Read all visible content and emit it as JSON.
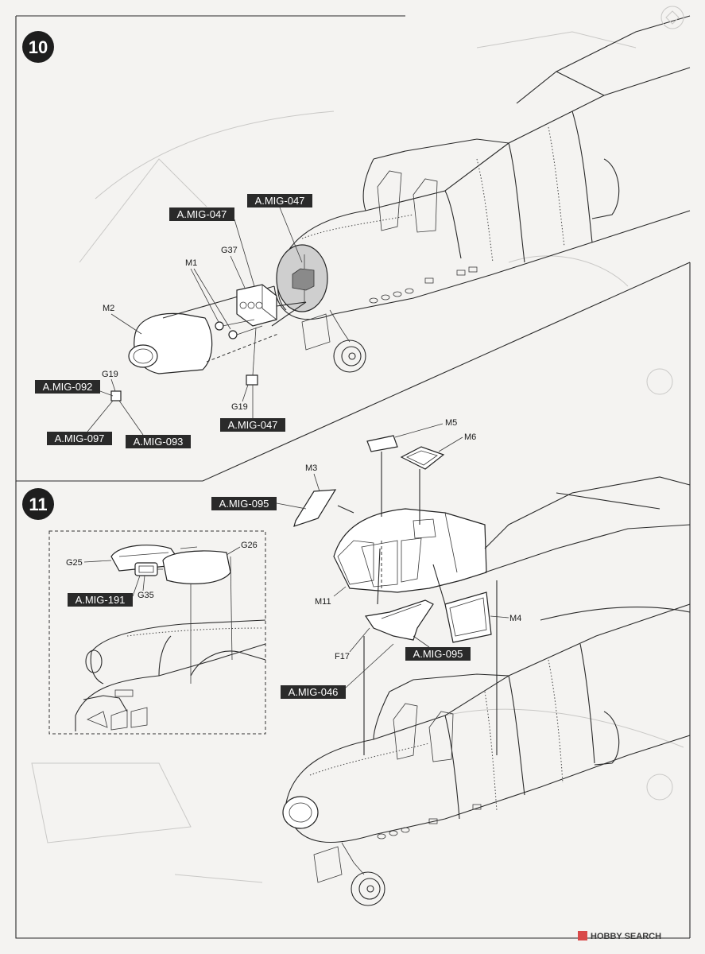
{
  "steps": [
    {
      "number": "10",
      "part_labels": [
        "M1",
        "M2",
        "G37",
        "G19",
        "G19"
      ],
      "paint_tags": [
        "A.MIG-047",
        "A.MIG-047",
        "A.MIG-047",
        "A.MIG-092",
        "A.MIG-097",
        "A.MIG-093"
      ]
    },
    {
      "number": "11",
      "part_labels": [
        "M3",
        "M5",
        "M6",
        "M11",
        "M4",
        "F17",
        "G25",
        "G26",
        "G35"
      ],
      "paint_tags": [
        "A.MIG-095",
        "A.MIG-095",
        "A.MIG-046",
        "A.MIG-191"
      ]
    }
  ],
  "watermark": {
    "brand": "HOBBY SEARCH"
  }
}
